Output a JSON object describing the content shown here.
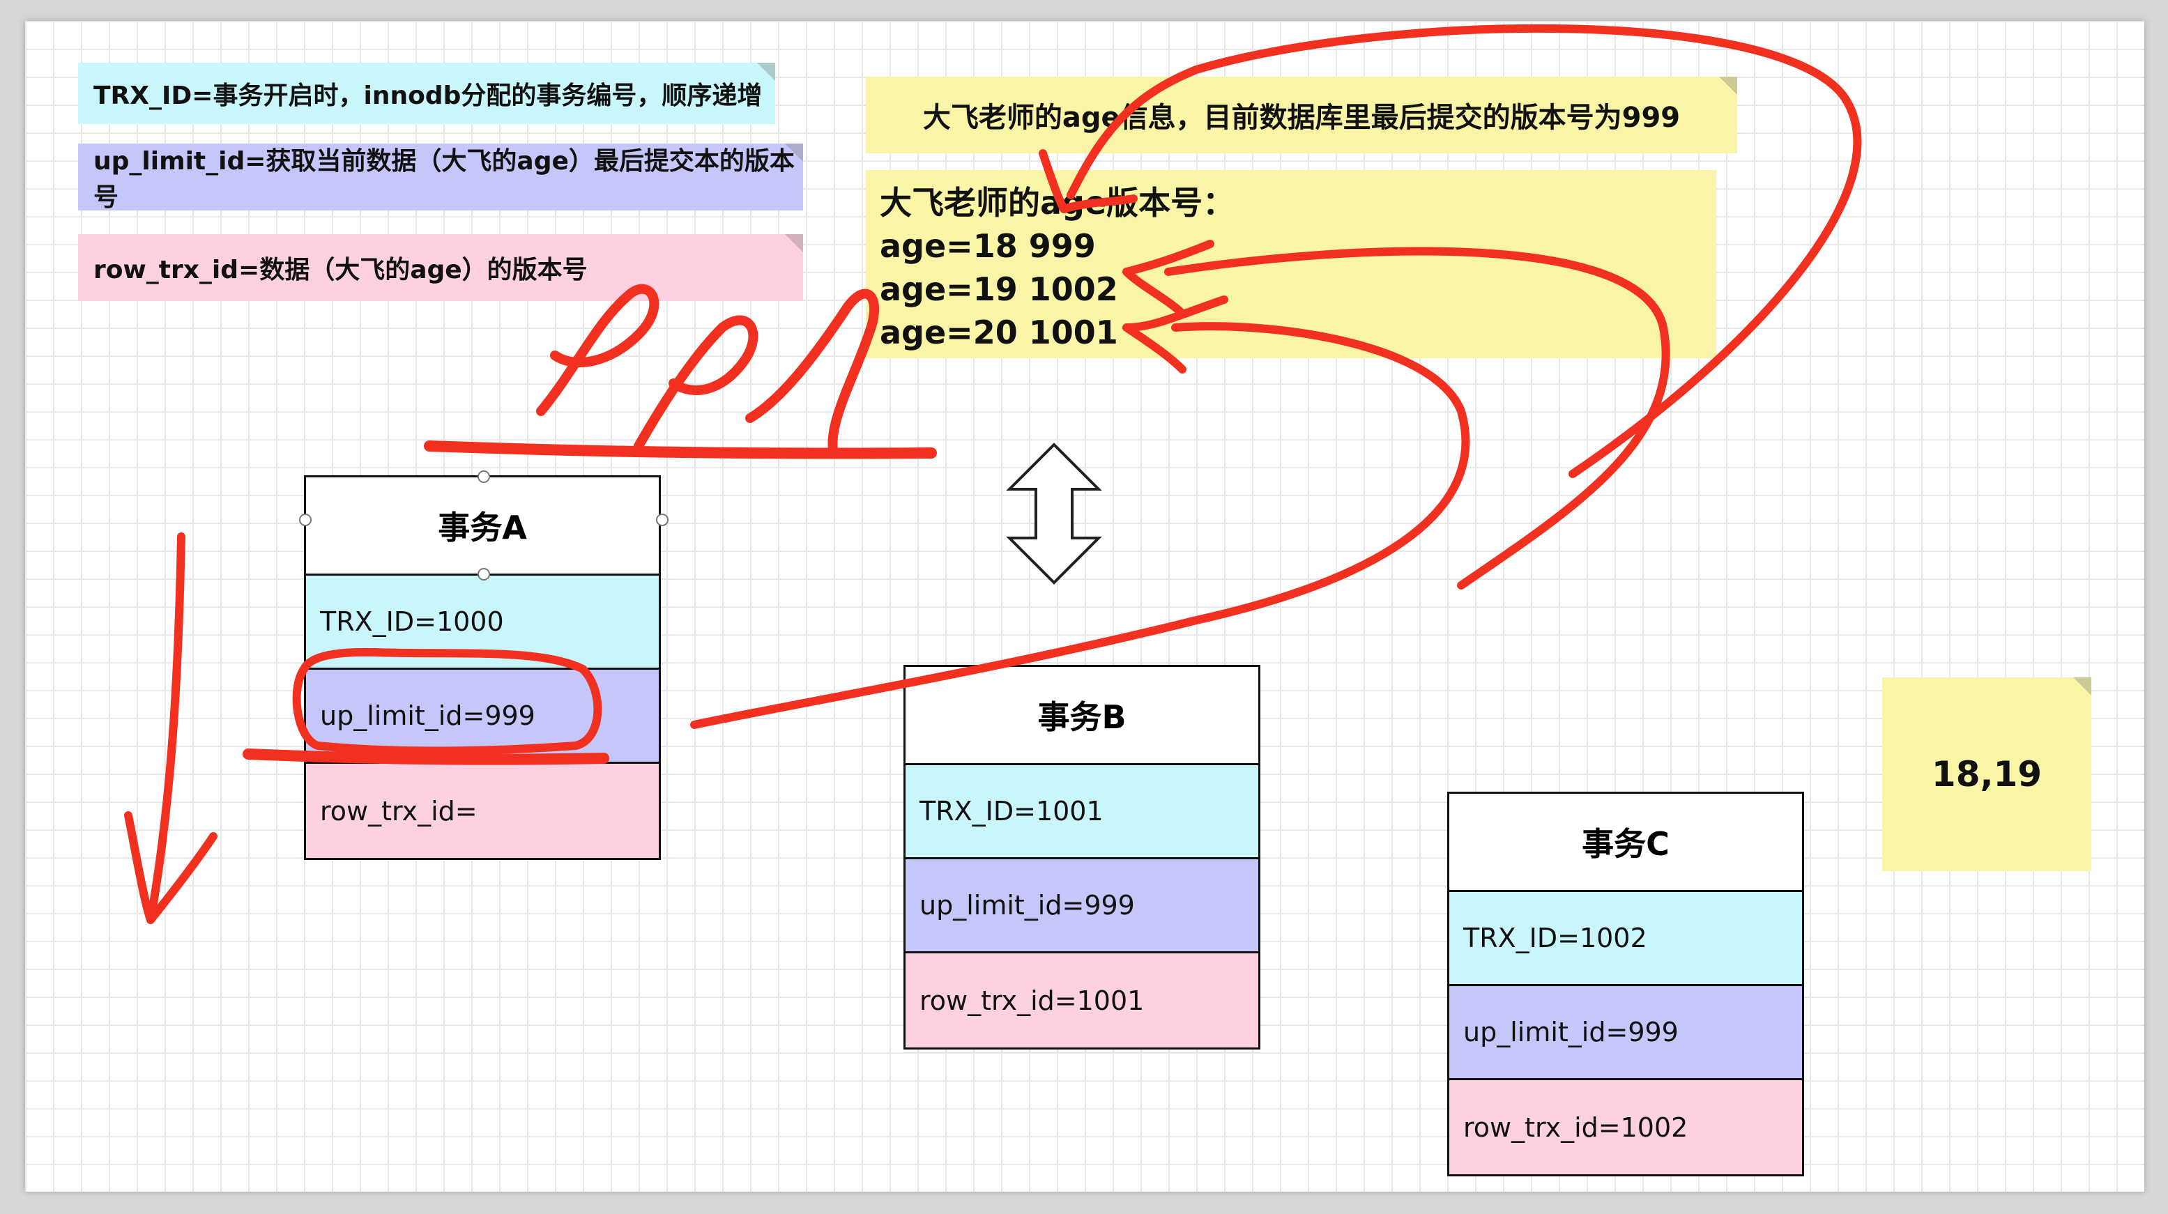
{
  "legend": {
    "trx_id": "TRX_ID=事务开启时，innodb分配的事务编号，顺序递增",
    "up_limit_id": "up_limit_id=获取当前数据（大飞的age）最后提交本的版本号",
    "row_trx_id": "row_trx_id=数据（大飞的age）的版本号"
  },
  "age_info": {
    "title": "大飞老师的age信息，目前数据库里最后提交的版本号为999",
    "versions_title": "大飞老师的age版本号：",
    "versions": [
      "age=18 999",
      "age=19 1002",
      "age=20 1001"
    ]
  },
  "small_note": "18,19",
  "transactions": [
    {
      "title": "事务A",
      "trx_id": "TRX_ID=1000",
      "up_limit_id": "up_limit_id=999",
      "row_trx_id": "row_trx_id="
    },
    {
      "title": "事务B",
      "trx_id": "TRX_ID=1001",
      "up_limit_id": "up_limit_id=999",
      "row_trx_id": "row_trx_id=1001"
    },
    {
      "title": "事务C",
      "trx_id": "TRX_ID=1002",
      "up_limit_id": "up_limit_id=999",
      "row_trx_id": "row_trx_id=1002"
    }
  ],
  "colors": {
    "trx_cell": "#c9f6fb",
    "up_cell": "#c5c7fb",
    "row_cell": "#fdd1e2",
    "note_yellow": "#faf5a6",
    "annotation_red": "#f2301f"
  }
}
